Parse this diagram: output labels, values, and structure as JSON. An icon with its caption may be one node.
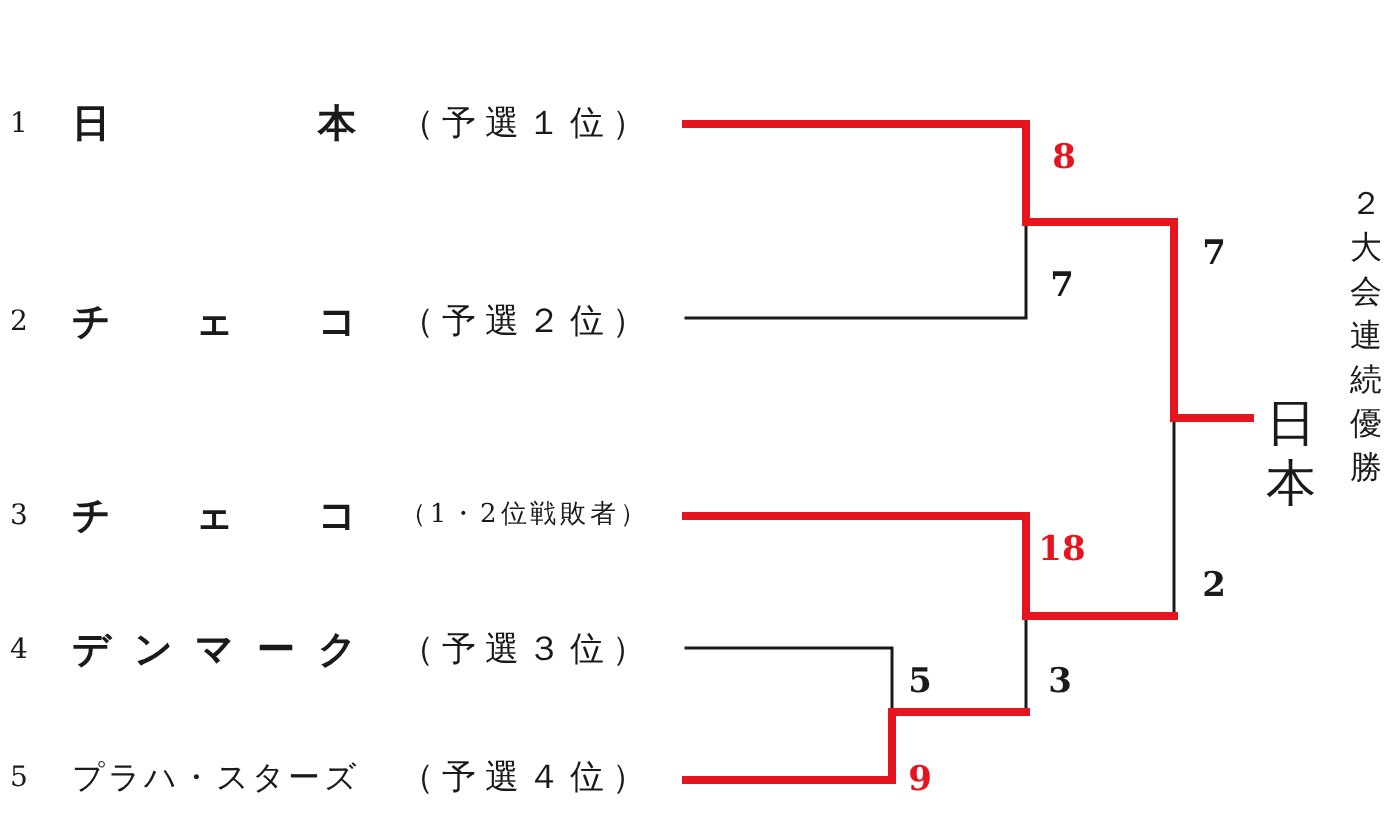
{
  "diagram": {
    "nodes": [
      {
        "text": [
          "1",
          "日本",
          "（予選１位）"
        ]
      },
      {
        "text": [
          "2",
          "チェコ",
          "（予選２位）"
        ]
      },
      {
        "text": [
          "3",
          "チェコ",
          "（1・2位戦敗者）"
        ]
      },
      {
        "text": [
          "4",
          "デンマーク",
          "（予選３位）"
        ]
      },
      {
        "text": [
          "5",
          "プラハ・スターズ",
          "（予選４位）"
        ]
      },
      {
        "text": [
          "日本"
        ],
        "beside": [
          "２大会連続優勝"
        ]
      }
    ],
    "edges": [
      {
        "from": 0,
        "to": 5,
        "arrow": "none",
        "label": "8"
      },
      {
        "from": 1,
        "to": 5,
        "arrow": "none",
        "label": "7",
        "color": "#1a1a1a"
      },
      {
        "from": 2,
        "to": 5,
        "arrow": "none",
        "label": "18"
      },
      {
        "from": 3,
        "to": 5,
        "arrow": "none",
        "label": "5",
        "color": "#1a1a1a"
      },
      {
        "from": 4,
        "to": 5,
        "arrow": "none",
        "label": "9"
      }
    ],
    "labels": [
      "7",
      "2",
      "3"
    ]
  }
}
